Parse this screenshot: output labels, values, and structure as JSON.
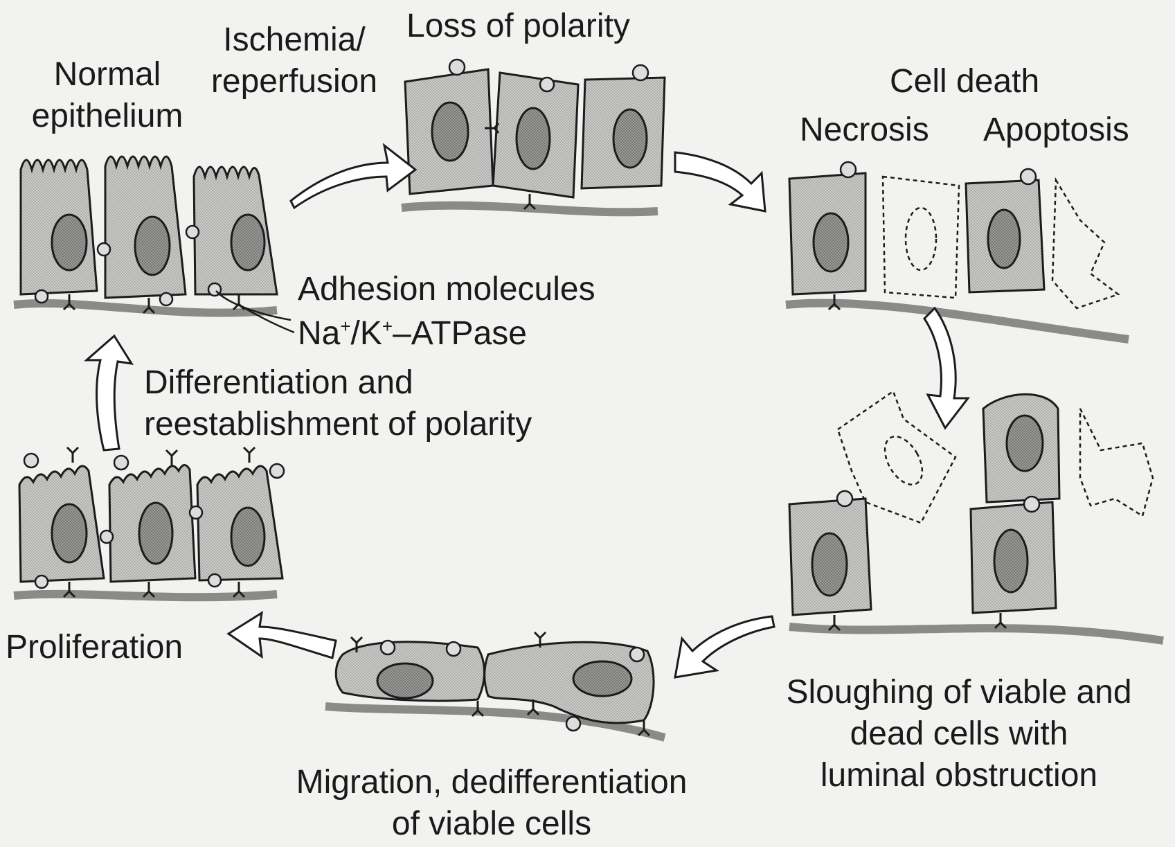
{
  "labels": {
    "normal_epithelium": [
      "Normal",
      "epithelium"
    ],
    "ischemia_reperfusion": [
      "Ischemia/",
      "reperfusion"
    ],
    "loss_of_polarity": "Loss of polarity",
    "cell_death": "Cell death",
    "necrosis": "Necrosis",
    "apoptosis": "Apoptosis",
    "adhesion_molecules": "Adhesion molecules",
    "na_k_atpase": {
      "na": "Na",
      "plus1": "+",
      "sep": "/K",
      "plus2": "+",
      "rest": "–ATPase"
    },
    "differentiation": [
      "Differentiation and",
      "reestablishment of polarity"
    ],
    "proliferation": "Proliferation",
    "sloughing": [
      "Sloughing of viable and",
      "dead cells with",
      "luminal obstruction"
    ],
    "migration": [
      "Migration, dedifferentiation",
      "of viable cells"
    ]
  },
  "colors": {
    "cell_fill": "#c6c6c4",
    "nucleus_fill": "#8e8e8c",
    "outline": "#1c1c1c",
    "membrane": "#8a8a88",
    "arrow_fill": "#ffffff",
    "background": "#f2f2f0"
  }
}
